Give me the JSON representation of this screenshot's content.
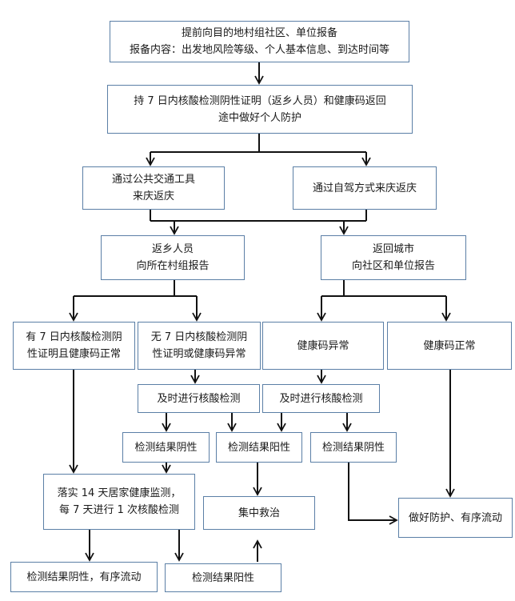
{
  "nodes": [
    {
      "id": "report-ahead",
      "lines": [
        "提前向目的地村组社区、单位报备",
        "报备内容：出发地风险等级、个人基本信息、到达时间等"
      ]
    },
    {
      "id": "nucleic-proof",
      "lines": [
        "持 7 日内核酸检测阴性证明（返乡人员）和健康码返回",
        "途中做好个人防护"
      ]
    },
    {
      "id": "public-transport",
      "lines": [
        "通过公共交通工具",
        "来庆返庆"
      ]
    },
    {
      "id": "self-drive",
      "lines": [
        "通过自驾方式来庆返庆"
      ]
    },
    {
      "id": "returnee-report",
      "lines": [
        "返乡人员",
        "向所在村组报告"
      ]
    },
    {
      "id": "city-report",
      "lines": [
        "返回城市",
        "向社区和单位报告"
      ]
    },
    {
      "id": "has-proof-normal",
      "lines": [
        "有 7 日内核酸检测阴",
        "性证明且健康码正常"
      ]
    },
    {
      "id": "no-proof-abnormal",
      "lines": [
        "无 7 日内核酸检测阴",
        "性证明或健康码异常"
      ]
    },
    {
      "id": "code-abnormal",
      "lines": [
        "健康码异常"
      ]
    },
    {
      "id": "code-normal",
      "lines": [
        "健康码正常"
      ]
    },
    {
      "id": "test-left",
      "lines": [
        "及时进行核酸检测"
      ]
    },
    {
      "id": "test-right",
      "lines": [
        "及时进行核酸检测"
      ]
    },
    {
      "id": "result-negative-1",
      "lines": [
        "检测结果阴性"
      ]
    },
    {
      "id": "result-positive-1",
      "lines": [
        "检测结果阳性"
      ]
    },
    {
      "id": "result-negative-2",
      "lines": [
        "检测结果阴性"
      ]
    },
    {
      "id": "home-monitoring",
      "lines": [
        "落实 14 天居家健康监测，",
        "每 7 天进行 1 次核酸检测"
      ]
    },
    {
      "id": "centralized-treatment",
      "lines": [
        "集中救治"
      ]
    },
    {
      "id": "protect-flow",
      "lines": [
        "做好防护、有序流动"
      ]
    },
    {
      "id": "final-negative",
      "lines": [
        "检测结果阴性，有序流动"
      ]
    },
    {
      "id": "final-positive",
      "lines": [
        "检测结果阳性"
      ]
    }
  ],
  "colors": {
    "box_border": "#5b7fa6",
    "connector": "#111111"
  }
}
